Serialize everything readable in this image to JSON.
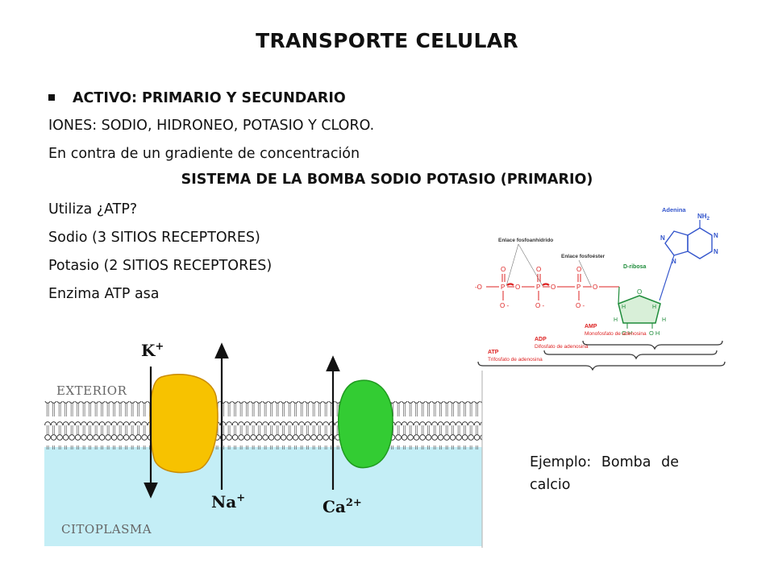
{
  "slide": {
    "title": "TRANSPORTE CELULAR",
    "bullet": "ACTIVO: PRIMARIO Y SECUNDARIO",
    "lines": [
      "IONES: SODIO, HIDRONEO, POTASIO Y CLORO.",
      "En contra de un gradiente de concentración"
    ],
    "pump_heading": "SISTEMA DE LA BOMBA SODIO POTASIO (PRIMARIO)",
    "details": [
      "Utiliza ¿ATP?",
      "Sodio (3 SITIOS RECEPTORES)",
      "Potasio (2 SITIOS RECEPTORES)",
      "Enzima ATP asa"
    ],
    "example": "Ejemplo: Bomba de calcio"
  },
  "membrane_diagram": {
    "exterior": "EXTERIOR",
    "cytoplasm": "CITOPLASMA",
    "k_ion": "K",
    "k_charge": "+",
    "na_ion": "Na",
    "na_charge": "+",
    "ca_ion": "Ca",
    "ca_charge": "2+",
    "colors": {
      "na_k_pump": "#f7c200",
      "ca_pump": "#33cc33",
      "cytoplasm": "#c4eef6"
    }
  },
  "atp_diagram": {
    "adenina": "Adenina",
    "nh2": "NH",
    "nh2_sub": "2",
    "anhidrido": "Enlace fosfoanhídrido",
    "fosfoester": "Enlace fosfoéster",
    "ribosa": "D-ribosa",
    "amp": "AMP",
    "amp_name": "Monofosfato de adenosina",
    "adp": "ADP",
    "adp_name": "Difosfato de adenosina",
    "atp": "ATP",
    "atp_name": "Trifosfato de adenosina",
    "atom_o": "O",
    "atom_p": "P",
    "atom_h": "H",
    "atom_n": "N",
    "atom_oh": "O H",
    "neg_o": "O -",
    "end_o": "-O"
  }
}
